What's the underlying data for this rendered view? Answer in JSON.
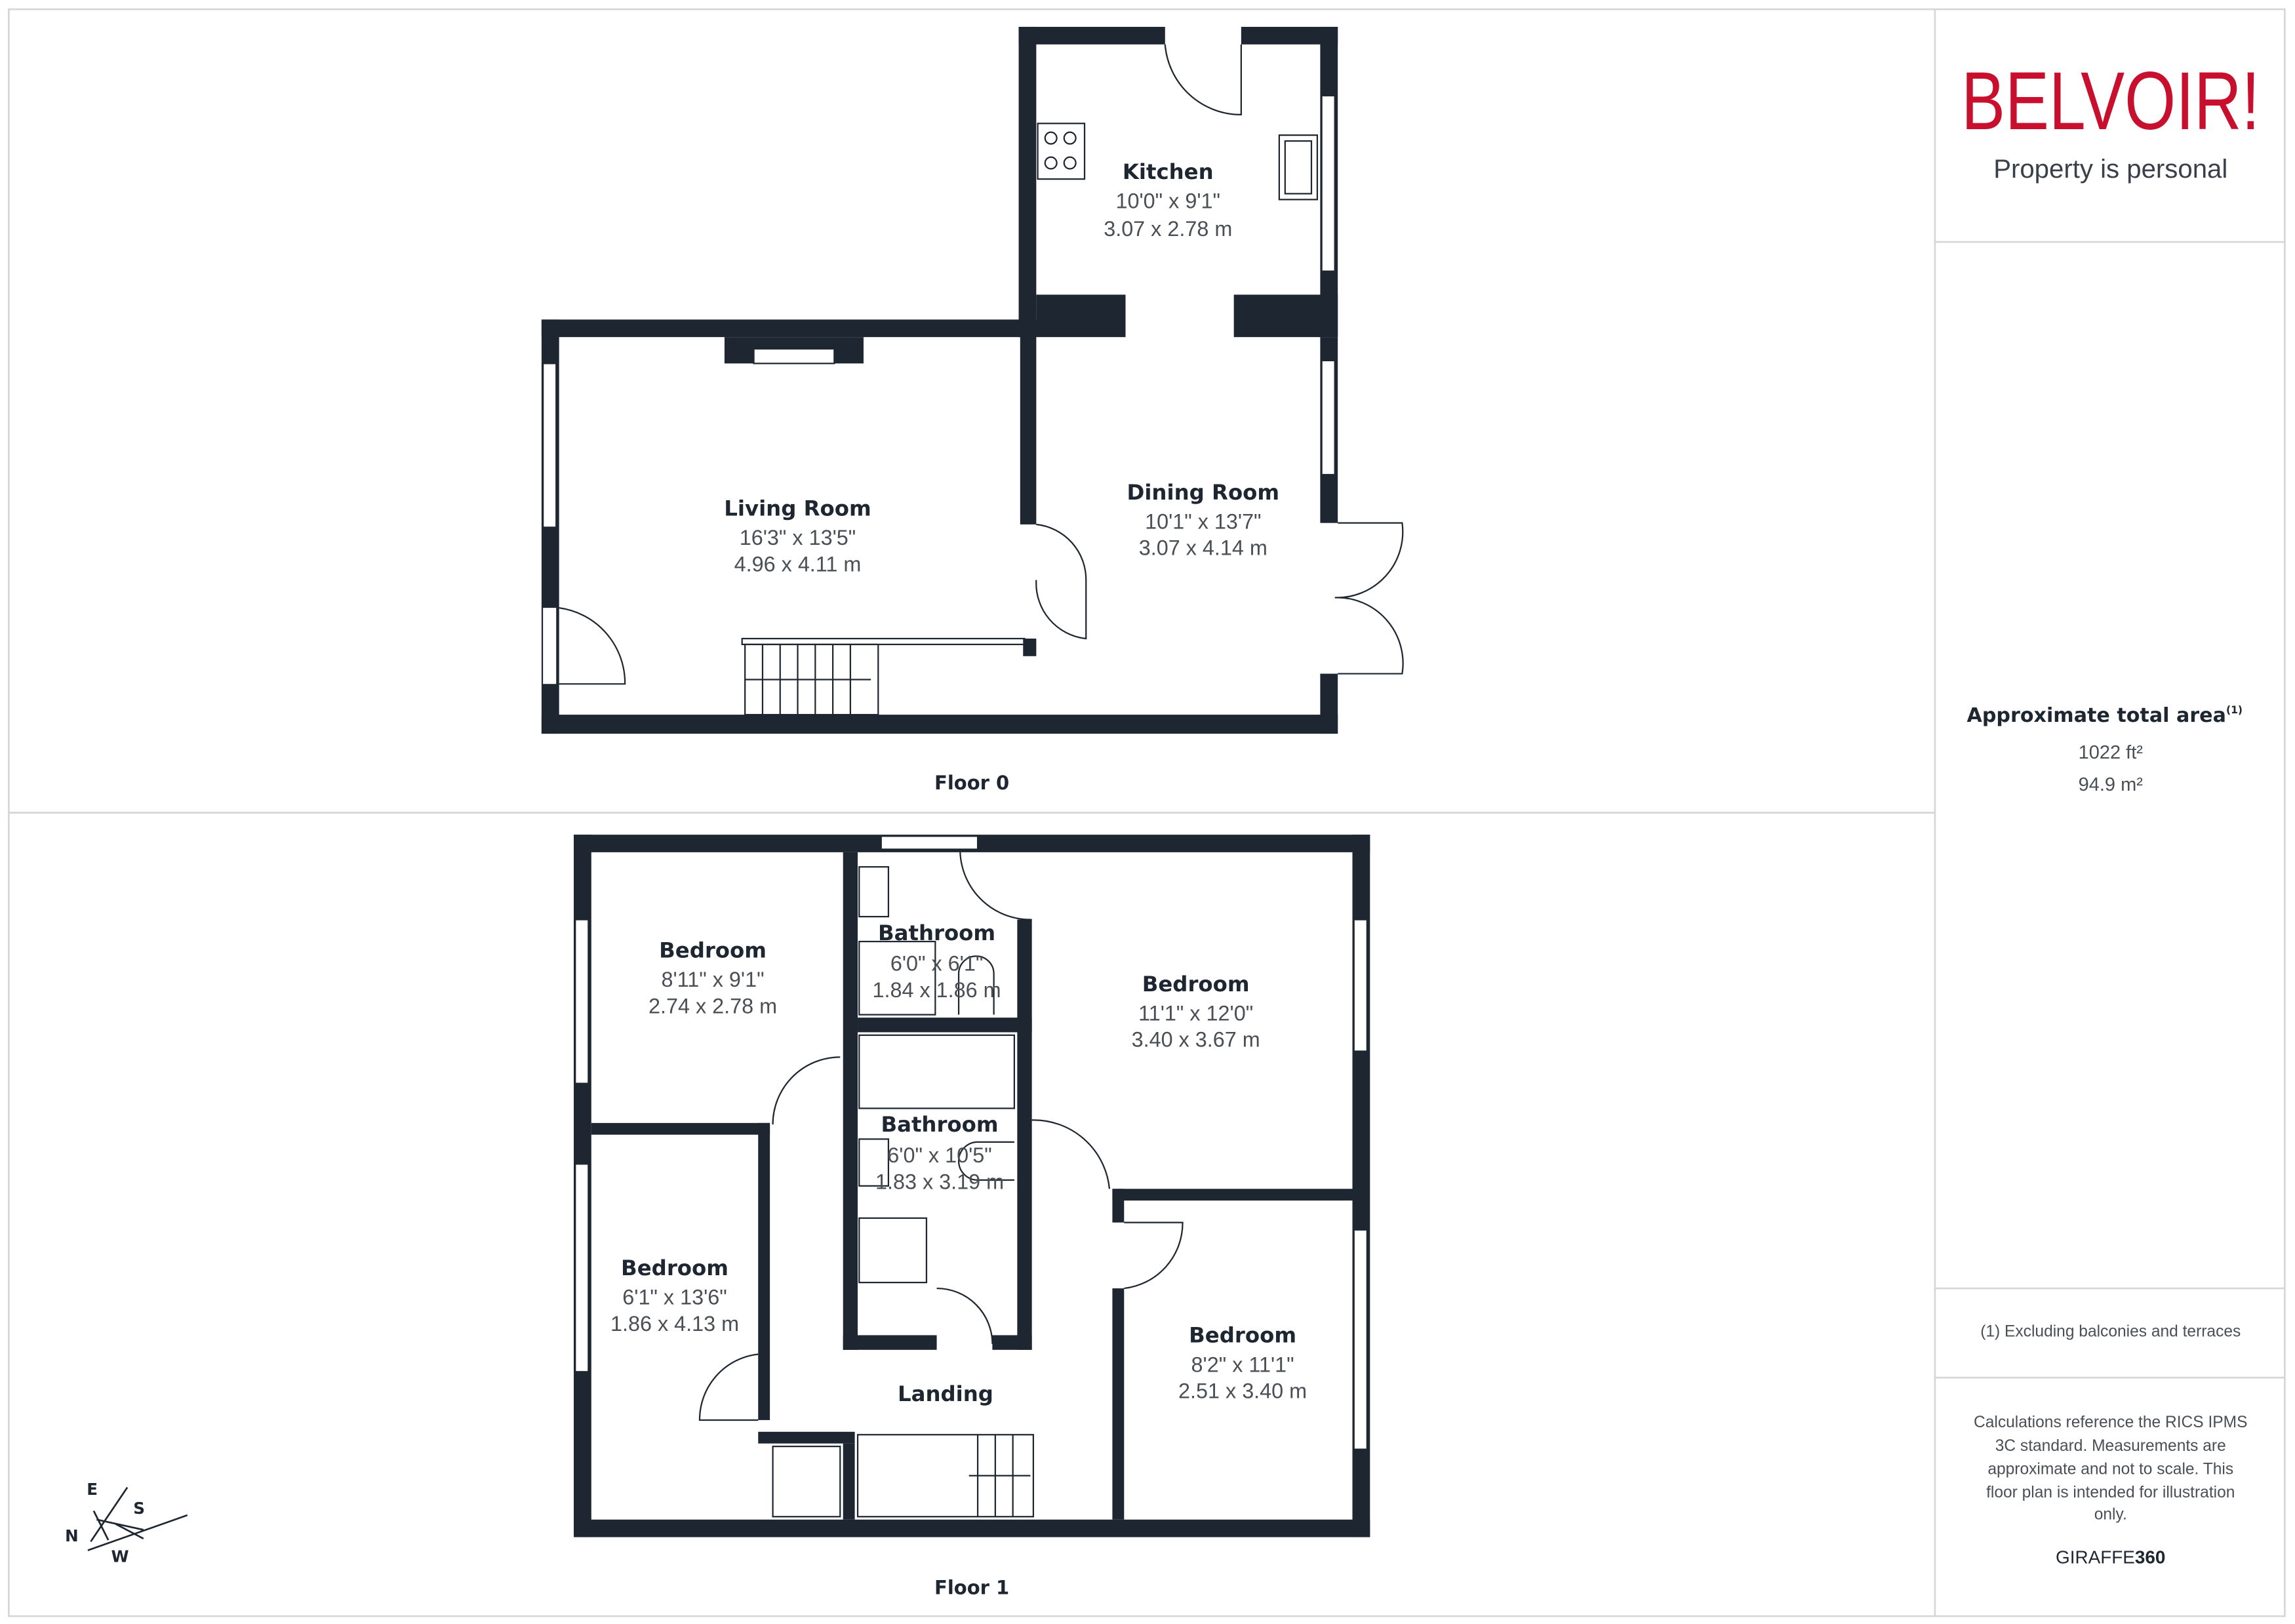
{
  "brand": {
    "logo_text": "BELVOIR!",
    "tagline": "Property is personal",
    "logo_color": "#c8102e"
  },
  "floors": [
    {
      "label": "Floor 0",
      "rooms": [
        {
          "name": "Kitchen",
          "imperial": "10'0\" x 9'1\"",
          "metric": "3.07 x 2.78 m"
        },
        {
          "name": "Living Room",
          "imperial": "16'3\" x 13'5\"",
          "metric": "4.96 x 4.11 m"
        },
        {
          "name": "Dining Room",
          "imperial": "10'1\" x 13'7\"",
          "metric": "3.07 x 4.14 m"
        }
      ]
    },
    {
      "label": "Floor 1",
      "rooms": [
        {
          "name": "Bedroom",
          "imperial": "8'11\" x 9'1\"",
          "metric": "2.74 x 2.78 m"
        },
        {
          "name": "Bathroom",
          "imperial": "6'0\" x 6'1\"",
          "metric": "1.84 x 1.86 m"
        },
        {
          "name": "Bedroom",
          "imperial": "11'1\" x 12'0\"",
          "metric": "3.40 x 3.67 m"
        },
        {
          "name": "Bathroom",
          "imperial": "6'0\" x 10'5\"",
          "metric": "1.83 x 3.19 m"
        },
        {
          "name": "Bedroom",
          "imperial": "6'1\" x 13'6\"",
          "metric": "1.86 x 4.13 m"
        },
        {
          "name": "Landing",
          "imperial": "",
          "metric": ""
        },
        {
          "name": "Bedroom",
          "imperial": "8'2\" x 11'1\"",
          "metric": "2.51 x 3.40 m"
        }
      ]
    }
  ],
  "area": {
    "title": "Approximate total area",
    "footnote_mark": "(1)",
    "imperial": "1022 ft²",
    "metric": "94.9 m²"
  },
  "footnote": "(1) Excluding balconies and terraces",
  "disclaimer": [
    "Calculations reference the RICS IPMS",
    "3C standard. Measurements are",
    "approximate and not to scale. This",
    "floor plan is intended for illustration",
    "only."
  ],
  "credit": {
    "prefix": "GIRAFFE",
    "suffix": "360"
  },
  "compass": {
    "n": "N",
    "e": "E",
    "s": "S",
    "w": "W"
  },
  "colors": {
    "wall": "#1e2731"
  }
}
